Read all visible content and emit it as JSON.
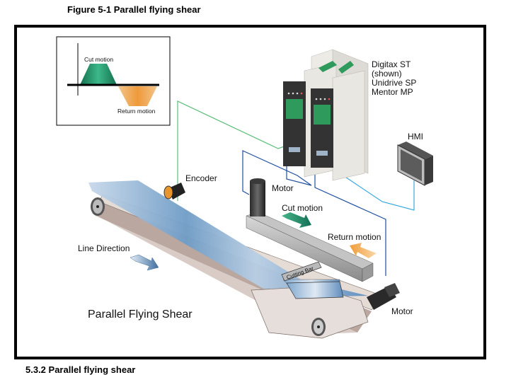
{
  "figure": {
    "title": "Figure 5-1  Parallel flying shear",
    "caption_main": "Parallel Flying Shear",
    "next_section_heading": "5.3.2   Parallel flying shear"
  },
  "inset_profile": {
    "cut_label": "Cut motion",
    "return_label": "Return motion"
  },
  "drives": {
    "label_lines": [
      "Digitax ST",
      "(shown)",
      "Unidrive SP",
      "Mentor MP"
    ]
  },
  "labels": {
    "hmi": "HMI",
    "encoder": "Encoder",
    "motor_top": "Motor",
    "motor_bottom": "Motor",
    "cut_motion": "Cut motion",
    "return_motion": "Return motion",
    "line_direction": "Line Direction",
    "cutting_bar": "Cutting Bar"
  },
  "colors": {
    "cut_green": "#1f8f6a",
    "return_orange": "#f0a048",
    "wire_green": "#5cbf7a",
    "wire_blue_dark": "#1f4fa0",
    "wire_blue_light": "#3aa8e0",
    "drive_green": "#2e9a5c",
    "drive_body": "#e8e6e0",
    "drive_front": "#3a3a3a"
  }
}
